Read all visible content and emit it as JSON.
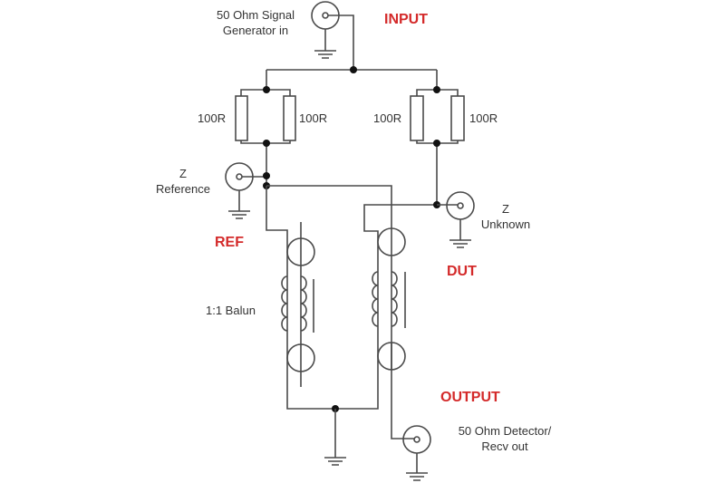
{
  "labels": {
    "generator_line1": "50 Ohm Signal",
    "generator_line2": "Generator in",
    "input": "INPUT",
    "r1": "100R",
    "r2": "100R",
    "r3": "100R",
    "r4": "100R",
    "zref_line1": "Z",
    "zref_line2": "Reference",
    "zunk_line1": "Z",
    "zunk_line2": "Unknown",
    "ref": "REF",
    "dut": "DUT",
    "balun": "1:1 Balun",
    "output": "OUTPUT",
    "detector_line1": "50 Ohm Detector/",
    "detector_line2": "Recv out"
  },
  "colors": {
    "section_label": "#d42a2a",
    "wire": "#4a4a4a"
  }
}
